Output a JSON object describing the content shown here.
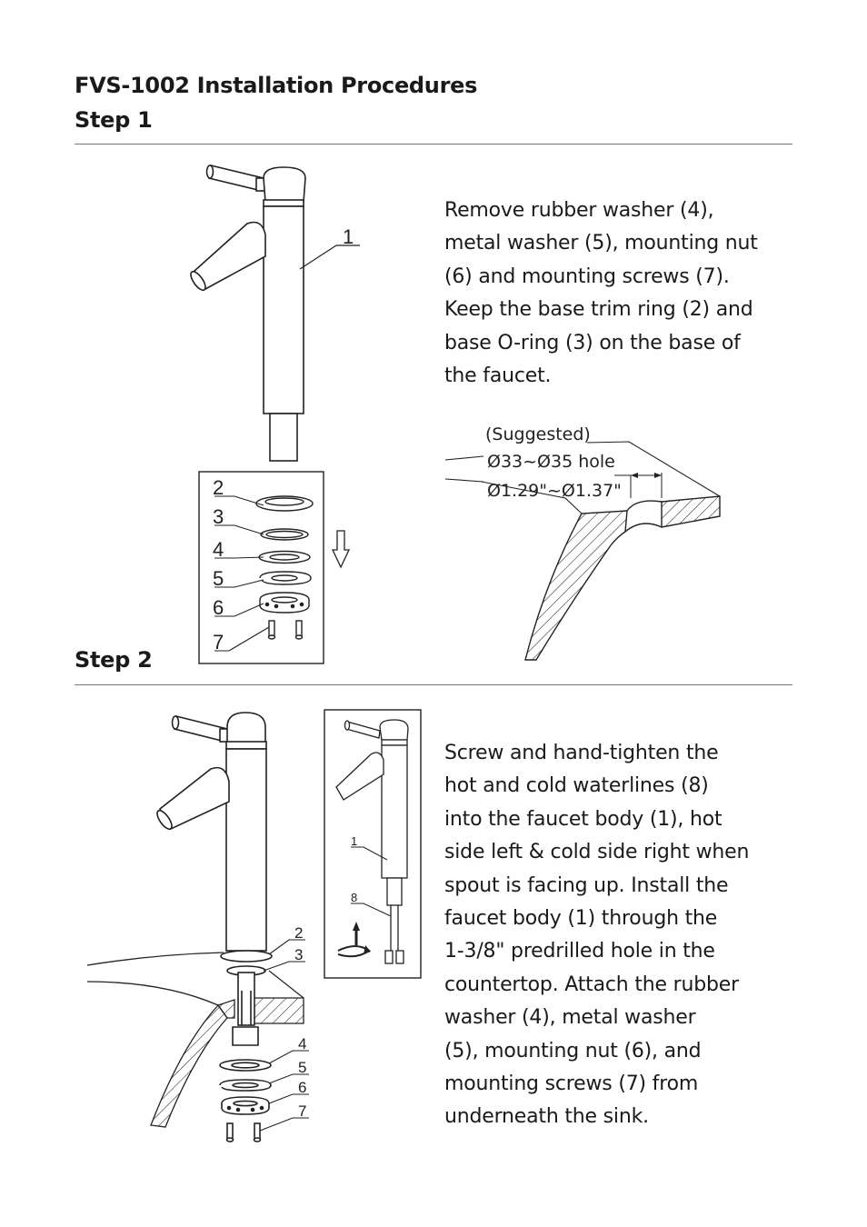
{
  "doc_title": "FVS-1002 Installation Procedures",
  "step1": {
    "heading": "Step 1",
    "text_lines": [
      "Remove rubber washer (4),",
      "metal washer (5), mounting nut",
      "(6) and mounting screws (7).",
      "Keep the base trim ring (2) and",
      "base O-ring (3) on the base of",
      "the faucet."
    ],
    "part_labels": [
      "1",
      "2",
      "3",
      "4",
      "5",
      "6",
      "7"
    ],
    "hole_note": {
      "suggested": "(Suggested)",
      "metric": "Ø33~Ø35 hole",
      "imperial": "Ø1.29\"~Ø1.37\""
    }
  },
  "step2": {
    "heading": "Step 2",
    "text_lines": [
      "Screw and hand-tighten the",
      "hot and cold waterlines (8)",
      "into the faucet body (1), hot",
      "side left & cold side right when",
      "spout is facing up. Install the",
      "faucet body (1) through the",
      "1-3/8\" predrilled hole in the",
      "countertop. Attach the rubber",
      "washer (4), metal washer",
      "(5), mounting nut (6), and",
      "mounting screws (7) from",
      "underneath the sink."
    ],
    "main_labels": [
      "2",
      "3",
      "4",
      "5",
      "6",
      "7"
    ],
    "inset_labels": [
      "1",
      "8"
    ]
  }
}
